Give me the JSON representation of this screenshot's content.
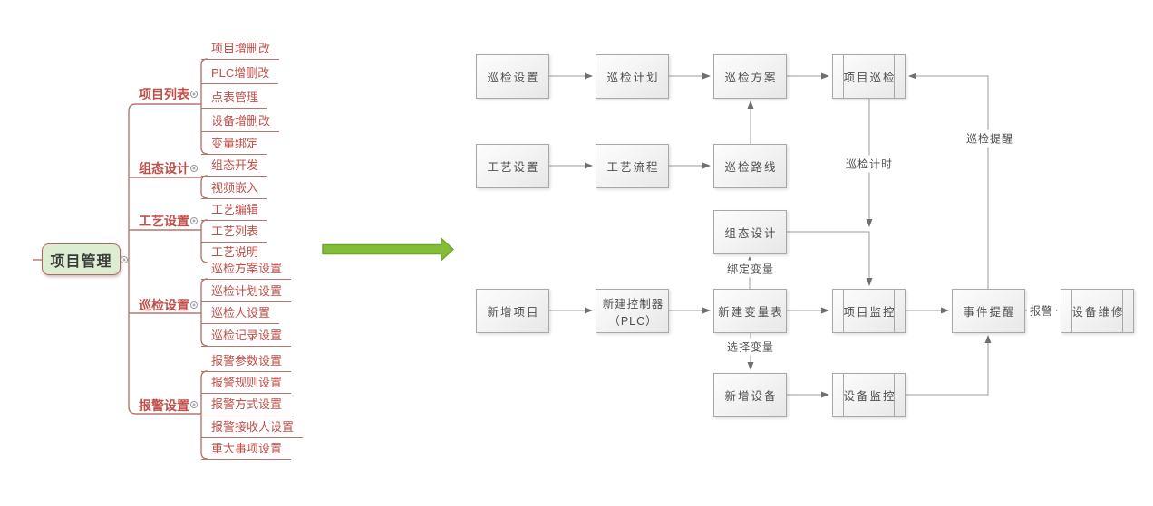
{
  "mindmap": {
    "root": "项目管理",
    "branches": [
      {
        "label": "项目列表",
        "children": [
          "项目增删改",
          "PLC增删改",
          "点表管理",
          "设备增删改",
          "变量绑定"
        ]
      },
      {
        "label": "组态设计",
        "children": [
          "组态开发",
          "视频嵌入"
        ]
      },
      {
        "label": "工艺设置",
        "children": [
          "工艺编辑",
          "工艺列表",
          "工艺说明"
        ]
      },
      {
        "label": "巡检设置",
        "children": [
          "巡检方案设置",
          "巡检计划设置",
          "巡检人设置",
          "巡检记录设置"
        ]
      },
      {
        "label": "报警设置",
        "children": [
          "报警参数设置",
          "报警规则设置",
          "报警方式设置",
          "报警接收人设置",
          "重大事项设置"
        ]
      }
    ]
  },
  "flowchart": {
    "nodes": [
      {
        "label": "巡检设置"
      },
      {
        "label": "巡检计划"
      },
      {
        "label": "巡检方案"
      },
      {
        "label": "项目巡检"
      },
      {
        "label": "工艺设置"
      },
      {
        "label": "工艺流程"
      },
      {
        "label": "巡检路线"
      },
      {
        "label": "组态设计"
      },
      {
        "label": "新增项目"
      },
      {
        "label": "新建控制器",
        "label2": "（PLC）"
      },
      {
        "label": "新建变量表"
      },
      {
        "label": "项目监控"
      },
      {
        "label": "事件提醒"
      },
      {
        "label": "设备维修"
      },
      {
        "label": "新增设备"
      },
      {
        "label": "设备监控"
      }
    ],
    "edge_labels": {
      "timing": "巡检计时",
      "reminder": "巡检提醒",
      "bind_variable": "绑定变量",
      "select_variable": "选择变量",
      "alarm": "报警"
    }
  },
  "colors": {
    "mindmap_line": "#b5766f",
    "mindmap_text": "#bf4f4a",
    "root_fill": "#ddedd2",
    "root_border": "#b06a63",
    "flow_border": "#a8a8a8",
    "flow_text": "#4f4f4f",
    "connector": "#9b9b9b",
    "arrow_fill": "#85bd3a",
    "arrow_border": "#6fa52b"
  }
}
